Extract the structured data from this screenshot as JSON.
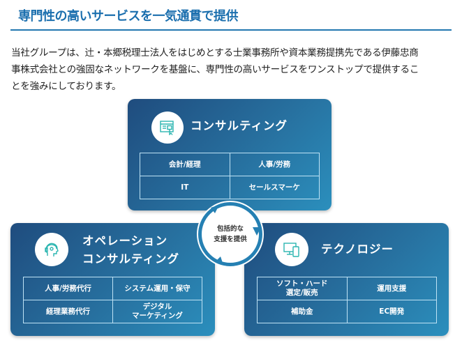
{
  "header": {
    "title": "専門性の高いサービスを一気通貫で提供"
  },
  "intro": {
    "lines": [
      "当社グループは、辻・本郷税理士法人をはじめとする士業事務所や資本業務提携先である伊藤忠商",
      "事株式会社との強固なネットワークを基盤に、専門性の高いサービスをワンストップで提供するこ",
      "とを強みにしております。"
    ]
  },
  "hub": {
    "line1": "包括的な",
    "line2": "支援を提供"
  },
  "cards": {
    "consulting": {
      "icon": "web-screen-cursor-icon",
      "title": "コンサルティング",
      "cells": [
        "会計/経理",
        "人事/労務",
        "IT",
        "セールスマーケ"
      ]
    },
    "operation": {
      "icon": "headset-person-icon",
      "title1": "オペレーション",
      "title2": "コンサルティング",
      "cells": [
        "人事/労務代行",
        "システム運用・保守",
        "経理業務代行",
        "デジタル\nマーケティング"
      ]
    },
    "technology": {
      "icon": "devices-icon",
      "title": "テクノロジー",
      "cells": [
        "ソフト・ハード\n選定/販売",
        "運用支援",
        "補助金",
        "EC開発"
      ]
    }
  },
  "colors": {
    "accent": "#1b6fae",
    "card_dark": "#1f4c7e",
    "card_light": "#2b8fbd",
    "icon_teal": "#2bb5b0"
  }
}
